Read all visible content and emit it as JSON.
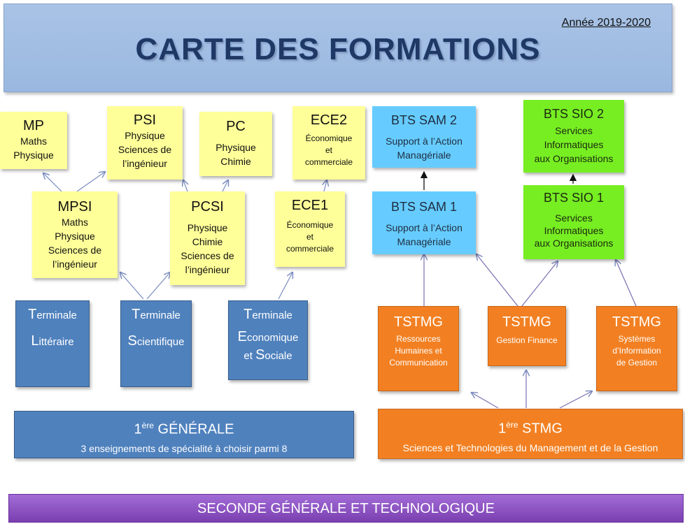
{
  "header": {
    "year": "Année 2019-2020",
    "title": "CARTE DES FORMATIONS"
  },
  "cpge": {
    "mp": {
      "title": "MP",
      "lines": [
        "Maths",
        "Physique"
      ]
    },
    "psi": {
      "title": "PSI",
      "lines": [
        "Physique",
        "Sciences de",
        "l’ingénieur"
      ]
    },
    "pc": {
      "title": "PC",
      "lines": [
        "Physique",
        "Chimie"
      ]
    },
    "ece2": {
      "title": "ECE2",
      "lines": [
        "Économique",
        "et",
        "commerciale"
      ]
    },
    "mpsi": {
      "title": "MPSI",
      "lines": [
        "Maths",
        "Physique",
        "Sciences de",
        "l’ingénieur"
      ]
    },
    "pcsi": {
      "title": "PCSI",
      "lines": [
        "Physique",
        "Chimie",
        "Sciences de",
        "l’ingénieur"
      ]
    },
    "ece1": {
      "title": "ECE1",
      "lines": [
        "Économique",
        "et",
        "commerciale"
      ]
    }
  },
  "bts": {
    "sam2": {
      "title": "BTS SAM 2",
      "lines": [
        "Support à l’Action",
        "Managériale"
      ]
    },
    "sam1": {
      "title": "BTS SAM 1",
      "lines": [
        "Support à l’Action",
        "Managériale"
      ]
    },
    "sio2": {
      "title": "BTS SIO 2",
      "lines": [
        "Services",
        "Informatiques",
        "aux Organisations"
      ]
    },
    "sio1": {
      "title": "BTS SIO 1",
      "lines": [
        "Services",
        "Informatiques",
        "aux Organisations"
      ]
    }
  },
  "terminales": {
    "l": {
      "w1a": "T",
      "w1b": "erminale",
      "w2a": "L",
      "w2b": "ittéraire"
    },
    "s": {
      "w1a": "T",
      "w1b": "erminale",
      "w2a": "S",
      "w2b": "cientifique"
    },
    "es": {
      "w1a": "T",
      "w1b": "erminale",
      "w2a": "E",
      "w2b": "conomique",
      "w3a": "et ",
      "w3b": "S",
      "w3c": "ociale"
    }
  },
  "tstmg": {
    "rhc": {
      "title": "TSTMG",
      "lines": [
        "Ressources",
        "Humaines et",
        "Communication"
      ]
    },
    "gf": {
      "title": "TSTMG",
      "lines": [
        "Gestion Finance"
      ]
    },
    "sig": {
      "title": "TSTMG",
      "lines": [
        "Systèmes",
        "d’Information",
        "de Gestion"
      ]
    }
  },
  "premiere_generale": {
    "prefix": "1",
    "sup": "ère",
    "name": " GÉNÉRALE",
    "subtitle": "3 enseignements de spécialité à choisir parmi 8"
  },
  "premiere_stmg": {
    "prefix": "1",
    "sup": "ère",
    "name": " STMG",
    "subtitle": "Sciences et Technologies du Management et  de la Gestion"
  },
  "seconde": {
    "label": "SECONDE GÉNÉRALE ET TECHNOLOGIQUE"
  },
  "colors": {
    "yellow": "#ffff99",
    "cyan": "#66ccff",
    "green": "#77ee22",
    "orange": "#f28022",
    "blue": "#4f81bd",
    "purple": "#8a4fc2",
    "arrow": "#7a6fb0"
  }
}
